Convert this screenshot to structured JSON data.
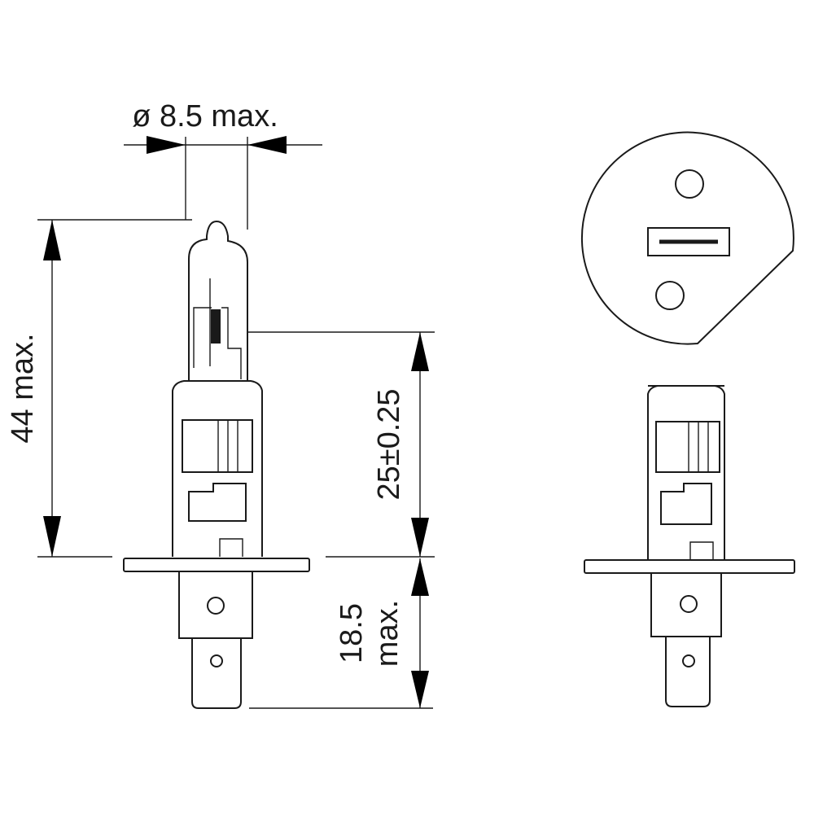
{
  "dimensions": {
    "diameter": "ø 8.5 max.",
    "overall_length": "44 max.",
    "focal_distance": "25±0.25",
    "base_length_value": "18.5",
    "base_length_suffix": "max."
  },
  "colors": {
    "line": "#1a1a1a",
    "arrow": "#000000",
    "background": "#ffffff"
  }
}
